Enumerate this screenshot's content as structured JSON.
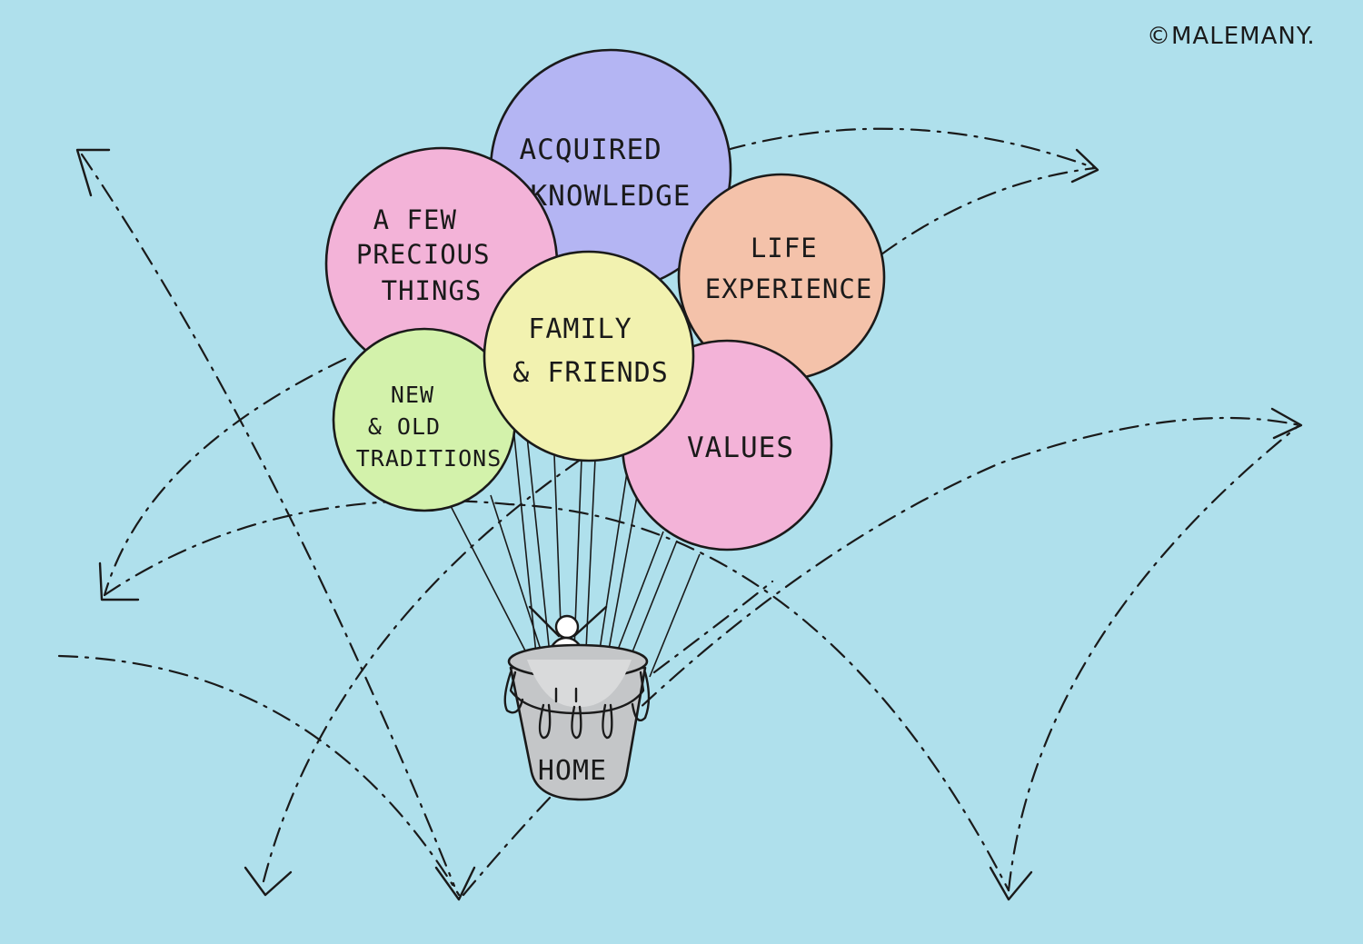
{
  "credit": "©MALEMANY.",
  "basket_label": "HOME",
  "balloons": [
    {
      "key": "acquired",
      "lines": [
        "ACQUIRED",
        "KNOWLEDGE"
      ],
      "color": "#b4b5f3"
    },
    {
      "key": "few",
      "lines": [
        "A FEW",
        "PRECIOUS",
        "THINGS"
      ],
      "color": "#f3b3d8"
    },
    {
      "key": "life",
      "lines": [
        "LIFE",
        "EXPERIENCE"
      ],
      "color": "#f4c2aa"
    },
    {
      "key": "values",
      "lines": [
        "VALUES"
      ],
      "color": "#f3b3d8"
    },
    {
      "key": "traditions",
      "lines": [
        "NEW",
        "& OLD",
        "TRADITIONS"
      ],
      "color": "#d3f2ab"
    },
    {
      "key": "family",
      "lines": [
        "FAMILY",
        "& FRIENDS"
      ],
      "color": "#f2f2b0"
    }
  ],
  "colors": {
    "background": "#afe0ec",
    "basket": "#c4c6c8",
    "ink": "#1a1a1a"
  }
}
